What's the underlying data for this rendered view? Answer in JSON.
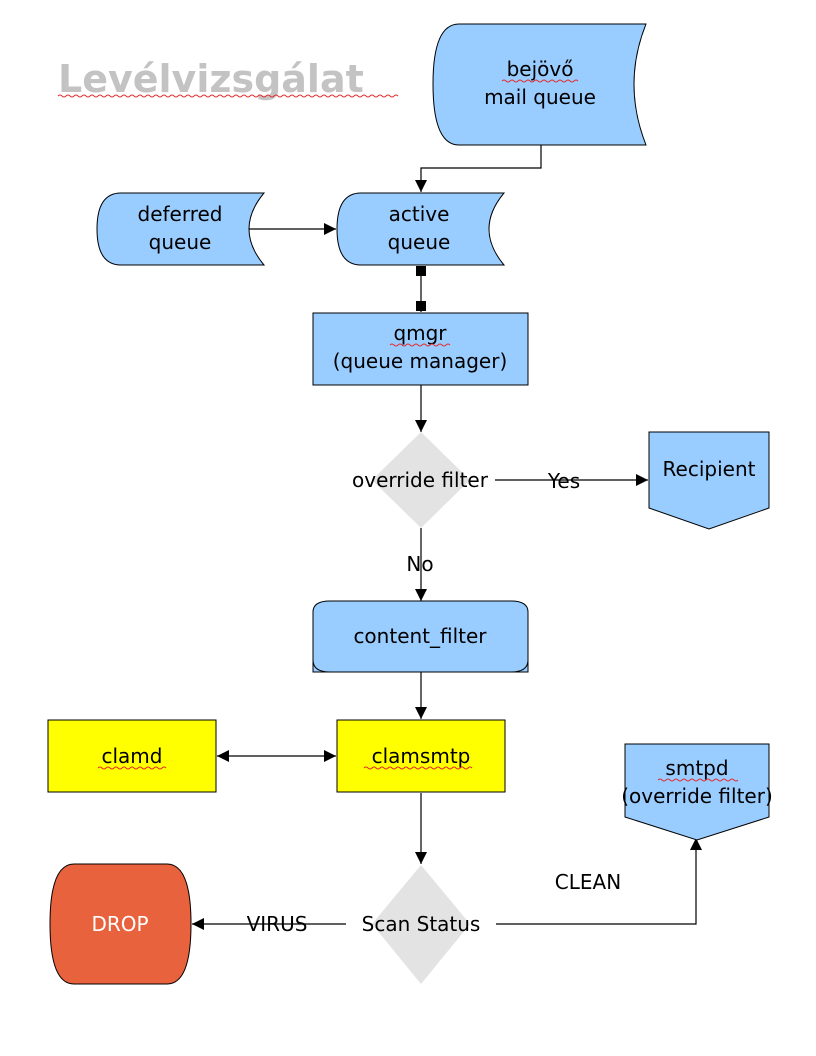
{
  "title": "Levélvizsgálat",
  "colors": {
    "queue_fill": "#99ccff",
    "highlight_fill": "#ffff00",
    "decision_fill": "#e3e3e3",
    "drop_fill": "#e8623d",
    "title_color": "#c3c3c3"
  },
  "nodes": {
    "incoming_queue": {
      "line1": "bejövő",
      "line2": "mail queue"
    },
    "deferred_queue": {
      "line1": "deferred",
      "line2": "queue"
    },
    "active_queue": {
      "line1": "active",
      "line2": "queue"
    },
    "qmgr": {
      "line1": "qmgr",
      "line2": "(queue manager)"
    },
    "override_filter": {
      "label": "override filter"
    },
    "recipient": {
      "label": "Recipient"
    },
    "content_filter": {
      "label": "content_filter"
    },
    "clamd": {
      "label": "clamd"
    },
    "clamsmtp": {
      "label": "clamsmtp"
    },
    "smtpd": {
      "line1": "smtpd",
      "line2": "(override filter)"
    },
    "scan_status": {
      "label": "Scan Status"
    },
    "drop": {
      "label": "DROP"
    }
  },
  "edges": {
    "yes": "Yes",
    "no": "No",
    "virus": "VIRUS",
    "clean": "CLEAN"
  }
}
